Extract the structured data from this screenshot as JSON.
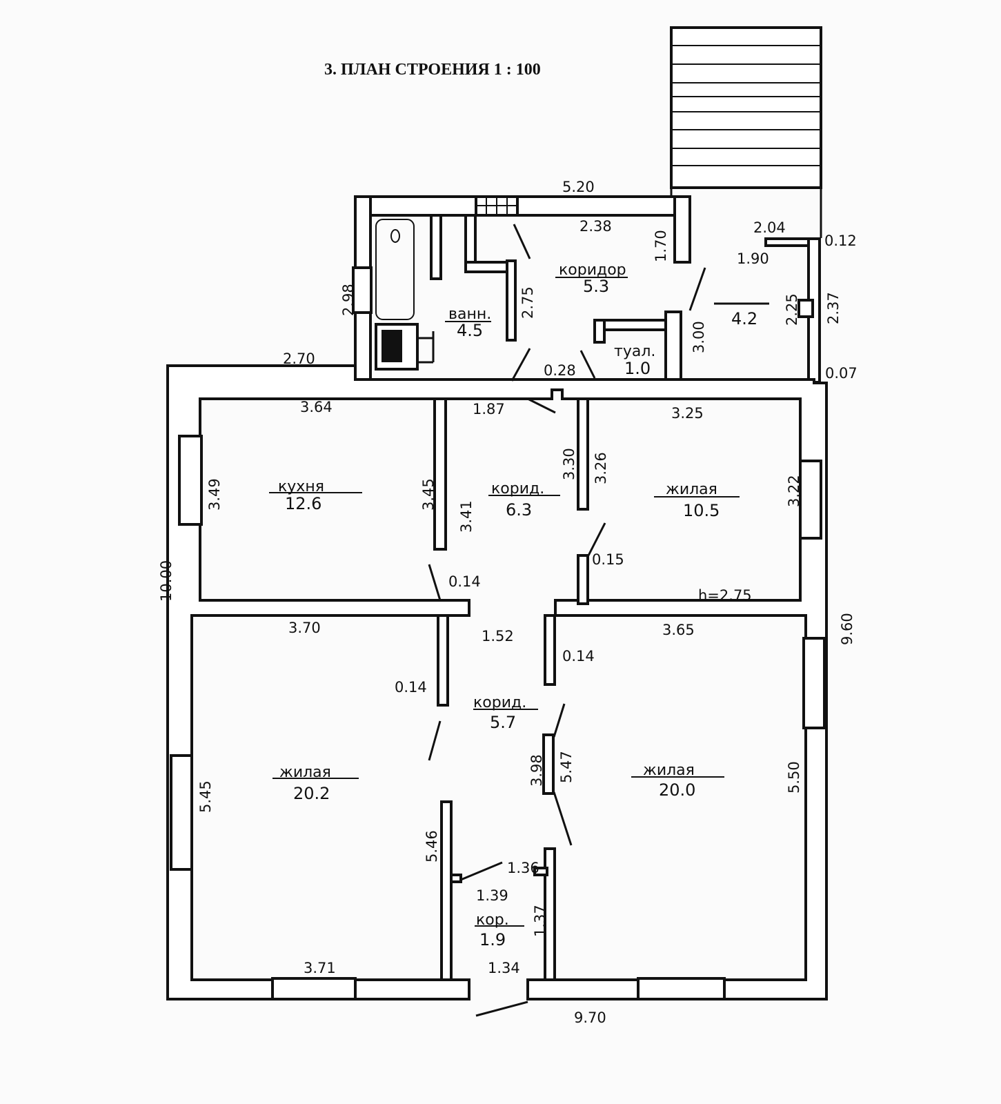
{
  "title": "3. ПЛАН СТРОЕНИЯ 1 : 100",
  "rooms": [
    {
      "name": "коридор",
      "area": "5.3"
    },
    {
      "name": "ванн.",
      "area": "4.5"
    },
    {
      "name": "туал.",
      "area": "1.0"
    },
    {
      "name": "",
      "area": "4.2"
    },
    {
      "name": "кухня",
      "area": "12.6"
    },
    {
      "name": "корид.",
      "area": "6.3"
    },
    {
      "name": "жилая",
      "area": "10.5"
    },
    {
      "name": "корид.",
      "area": "5.7"
    },
    {
      "name": "жилая",
      "area": "20.2"
    },
    {
      "name": "жилая",
      "area": "20.0"
    },
    {
      "name": "кор.",
      "area": "1.9"
    }
  ],
  "dims": {
    "d520": "5.20",
    "d238": "2.38",
    "d170": "1.70",
    "d298": "2.98",
    "d275a": "2.75",
    "d204": "2.04",
    "d012": "0.12",
    "d190": "1.90",
    "d225": "2.25",
    "d237": "2.37",
    "d300": "3.00",
    "d270": "2.70",
    "d028": "0.28",
    "d007": "0.07",
    "d364": "3.64",
    "d187": "1.87",
    "d325": "3.25",
    "d349": "3.49",
    "d345": "3.45",
    "d341": "3.41",
    "d330": "3.30",
    "d326": "3.26",
    "d322": "3.22",
    "d015": "0.15",
    "d014a": "0.14",
    "dh": "h=2.75",
    "d1000": "10.00",
    "d370": "3.70",
    "d152": "1.52",
    "d365": "3.65",
    "d960": "9.60",
    "d014b": "0.14",
    "d014c": "0.14",
    "d545": "5.45",
    "d398": "3.98",
    "d547": "5.47",
    "d550": "5.50",
    "d546": "5.46",
    "d136": "1.36",
    "d139": "1.39",
    "d137": "1.37",
    "d371": "3.71",
    "d134": "1.34",
    "d970": "9.70"
  }
}
